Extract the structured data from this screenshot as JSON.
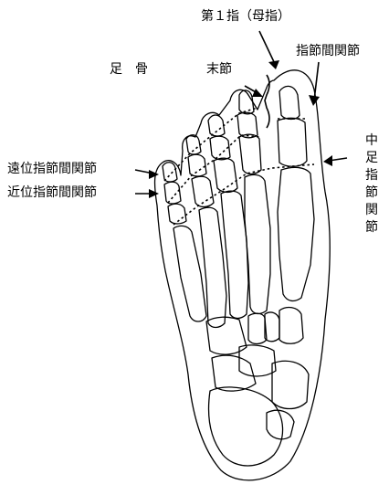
{
  "labels": {
    "first_toe": "第１指（母指）",
    "foot_bones": "足　骨",
    "distal_phalanx": "末節",
    "phalangeal_joint": "指節間関節",
    "dip_joint": "遠位指節間関節",
    "pip_joint": "近位指節間関節",
    "mtp_joint": [
      "中",
      "足",
      "指",
      "節",
      "関",
      "節"
    ]
  },
  "colors": {
    "line": "#000000",
    "background": "#ffffff"
  }
}
